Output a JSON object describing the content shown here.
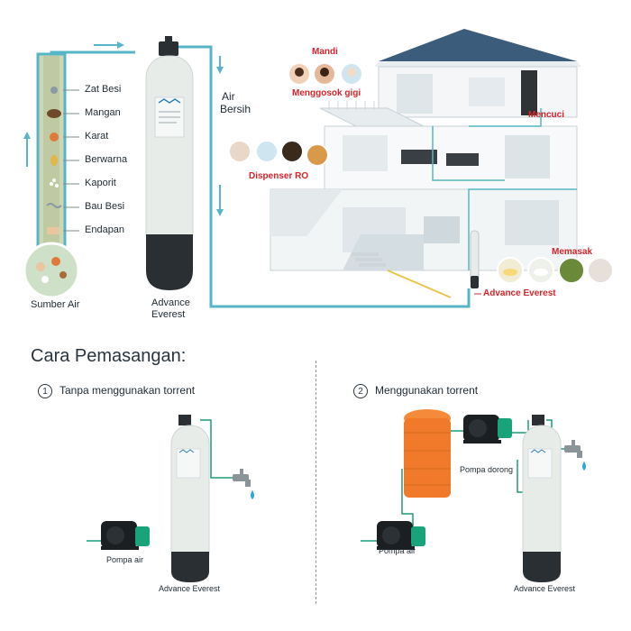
{
  "colors": {
    "pipe": "#56b6c6",
    "accent_red": "#d6242a",
    "tank_body": "#e8ece8",
    "tank_base": "#2a2f33",
    "torrent_orange": "#f07a2a",
    "pump_green": "#19a37a",
    "text": "#1e2a33",
    "house": "#dfe6ea"
  },
  "top": {
    "contaminants": [
      "Zat Besi",
      "Mangan",
      "Karat",
      "Berwarna",
      "Kaporit",
      "Bau Besi",
      "Endapan"
    ],
    "source_label": "Sumber Air",
    "tank_label_line1": "Advance",
    "tank_label_line2": "Everest",
    "clean_water_line1": "Air",
    "clean_water_line2": "Bersih",
    "house_labels": {
      "mandi": "Mandi",
      "menggosok_gigi": "Menggosok gigi",
      "mencuci": "Mencuci",
      "dispenser": "Dispenser RO",
      "memasak": "Memasak",
      "advance_everest": "Advance Everest"
    }
  },
  "bottom": {
    "title": "Cara Pemasangan:",
    "step1_number": "1",
    "step1_label": "Tanpa menggunakan torrent",
    "step2_number": "2",
    "step2_label": "Menggunakan torrent",
    "pump_label": "Pompa air",
    "pump_label_right": "Pompa air",
    "tank_label_left": "Advance Everest",
    "tank_label_right": "Advance Everest",
    "booster_label": "Pompa dorong"
  }
}
